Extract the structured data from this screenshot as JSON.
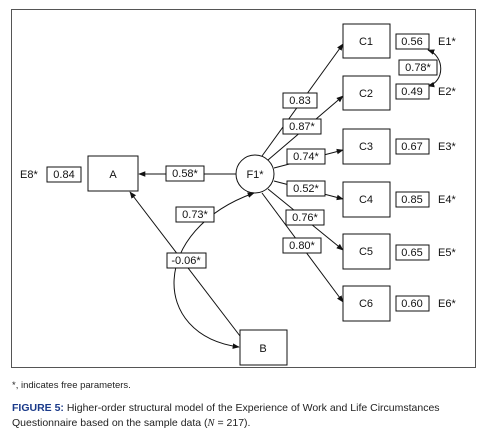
{
  "diagram": {
    "nodes": {
      "A": "A",
      "B": "B",
      "F1": "F1*",
      "C1": "C1",
      "C2": "C2",
      "C3": "C3",
      "C4": "C4",
      "C5": "C5",
      "C6": "C6"
    },
    "errors": {
      "E1": "E1*",
      "E2": "E2*",
      "E3": "E3*",
      "E4": "E4*",
      "E5": "E5*",
      "E6": "E6*",
      "E8": "E8*"
    },
    "error_variances": {
      "E1": "0.56",
      "E2": "0.49",
      "E3": "0.67",
      "E4": "0.85",
      "E5": "0.65",
      "E6": "0.60",
      "E8": "0.84"
    },
    "loadings": {
      "C1": "0.83",
      "C2": "0.87*",
      "C3": "0.74*",
      "C4": "0.52*",
      "C5": "0.76*",
      "C6": "0.80*"
    },
    "paths": {
      "F1_A": "0.58*",
      "B_A": "0.73*",
      "B_F1": "-0.06*",
      "E1_E2": "0.78*"
    }
  },
  "footnote": "*, indicates free parameters.",
  "caption": {
    "label": "FIGURE 5:",
    "text": " Higher-order structural model of the Experience of Work and Life Circumstances Questionnaire based on the sample data (",
    "n_var": "N",
    "n_value": " = 217)."
  }
}
